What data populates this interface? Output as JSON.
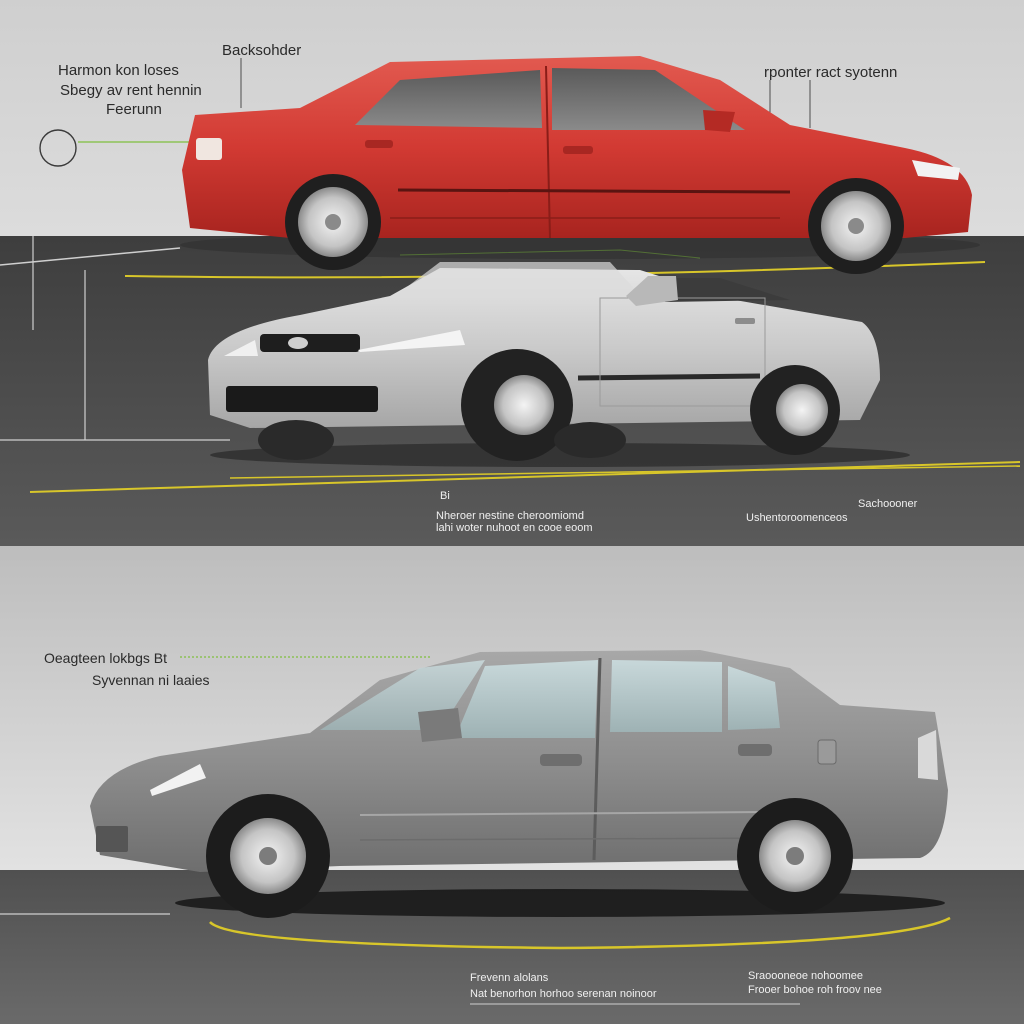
{
  "scene": {
    "top_labels": {
      "left_line1": "Harmon kon loses",
      "left_line2": "Sbegy av rent hennin",
      "left_line3": "Feerunn",
      "center": "Backsohder",
      "right": "rponter ract syotenn"
    },
    "middle_labels": {
      "left_tick": "Bi",
      "center_line1": "Nheroer nestine cheroomiomd",
      "center_line2": "lahi woter nuhoot en cooe eoom",
      "right_line1": "Sachoooner",
      "right_line2": "Ushentoroomenceos"
    },
    "bottom_labels": {
      "left_line1": "Oeagteen lokbgs Bt",
      "left_line2": "Syvennan ni laaies",
      "center_line1": "Frevenn alolans",
      "center_line2": "Nat benorhon horhoo serenan noinoor",
      "right_line1": "Sraoooneoe nohoomee",
      "right_line2": "Frooer bohoe roh froov nee"
    },
    "colors": {
      "sky": "#d2d2d2",
      "road": "#4a4a4a",
      "red_car": "#d23a33",
      "silver_car": "#c8c8c8",
      "grey_car": "#8e8e8e",
      "accent_yellow": "#d8c62a",
      "accent_green": "#7fbf3f"
    },
    "icons": [
      "circle-marker-icon",
      "red-sedan-icon",
      "silver-coupe-icon",
      "grey-sedan-icon"
    ]
  }
}
